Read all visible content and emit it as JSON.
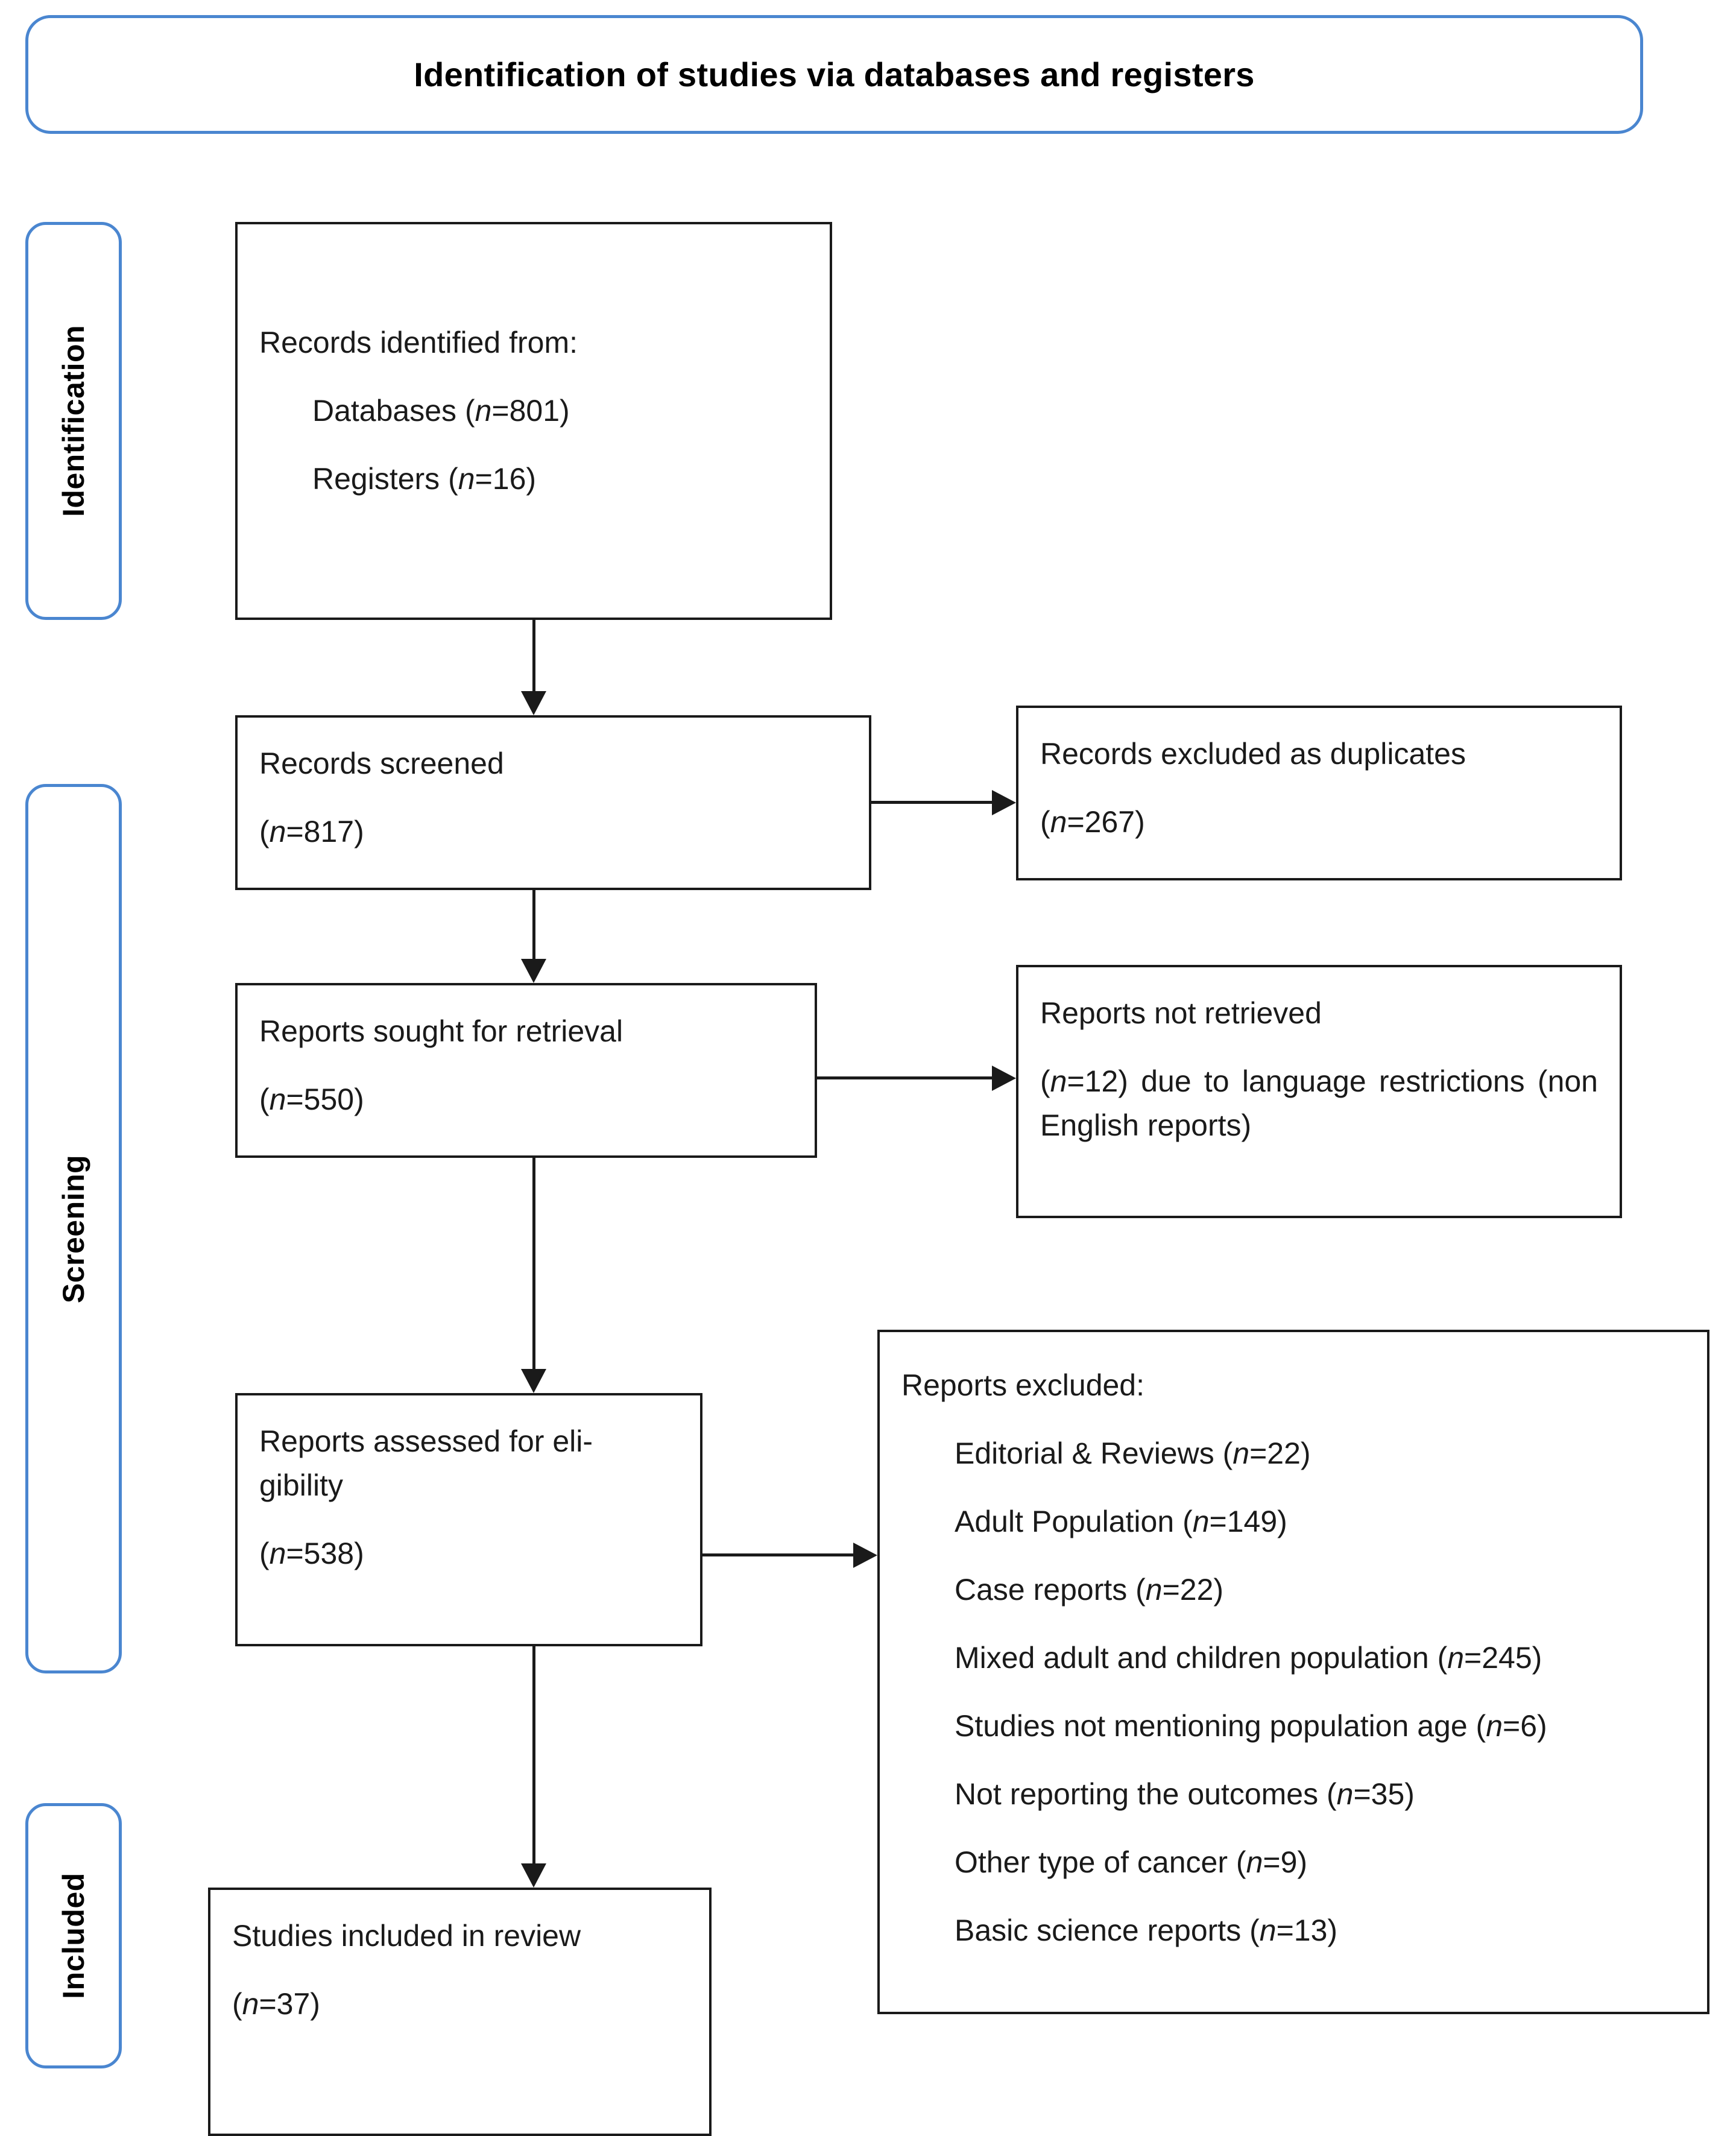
{
  "colors": {
    "accent_blue": "#4A86D0",
    "box_border": "#1a1a1a",
    "background": "#ffffff"
  },
  "header": {
    "title": "Identification of studies via databases and registers"
  },
  "stages": [
    {
      "id": "identification",
      "label": "Identification"
    },
    {
      "id": "screening",
      "label": "Screening"
    },
    {
      "id": "included",
      "label": "Included"
    }
  ],
  "nodes": {
    "records_identified": {
      "title": "Records identified from:",
      "items": [
        {
          "label": "Databases",
          "n_prefix": "(",
          "n_symbol": "n",
          "n_value": "=801)"
        },
        {
          "label": "Registers",
          "n_prefix": "(",
          "n_symbol": "n",
          "n_value": "=16)"
        }
      ],
      "databases_text": "Databases (n=801)",
      "registers_text": "Registers (n=16)"
    },
    "records_screened": {
      "title": "Records screened",
      "count_open": "(",
      "count_symbol": "n",
      "count_value": "=817)"
    },
    "records_excluded_duplicates": {
      "title": "Records excluded as duplicates",
      "count_open": "(",
      "count_symbol": "n",
      "count_value": "=267)"
    },
    "reports_sought": {
      "title": "Reports sought for retrieval",
      "count_open": "(",
      "count_symbol": "n",
      "count_value": "=550)"
    },
    "reports_not_retrieved": {
      "title": "Reports not retrieved",
      "detail_open": "(",
      "detail_symbol": "n",
      "detail_rest": "=12) due to language restrictions (non English reports)"
    },
    "reports_assessed": {
      "title": "Reports assessed for eligibility",
      "title_line1": "Reports assessed for eli-",
      "title_line2": "gibility",
      "count_open": "(",
      "count_symbol": "n",
      "count_value": "=538)"
    },
    "reports_excluded": {
      "title": "Reports excluded:",
      "reasons": [
        {
          "label": "Editorial & Reviews",
          "n_open": "(",
          "n_symbol": "n",
          "n_value": "=22)"
        },
        {
          "label": "Adult Population",
          "n_open": "(",
          "n_symbol": "n",
          "n_value": "=149)"
        },
        {
          "label": "Case reports",
          "n_open": "(",
          "n_symbol": "n",
          "n_value": "=22)"
        },
        {
          "label": "Mixed adult and children population",
          "n_open": "(",
          "n_symbol": "n",
          "n_value": "=245)"
        },
        {
          "label": "Studies not mentioning population age",
          "n_open": "(",
          "n_symbol": "n",
          "n_value": "=6)"
        },
        {
          "label": "Not reporting the outcomes",
          "n_open": "(",
          "n_symbol": "n",
          "n_value": "=35)"
        },
        {
          "label": "Other type of cancer",
          "n_open": "(",
          "n_symbol": "n",
          "n_value": "=9)"
        },
        {
          "label": "Basic science reports",
          "n_open": "(",
          "n_symbol": "n",
          "n_value": "=13)"
        }
      ]
    },
    "studies_included": {
      "title": "Studies included in review",
      "count_open": "(",
      "count_symbol": "n",
      "count_value": "=37)"
    }
  }
}
